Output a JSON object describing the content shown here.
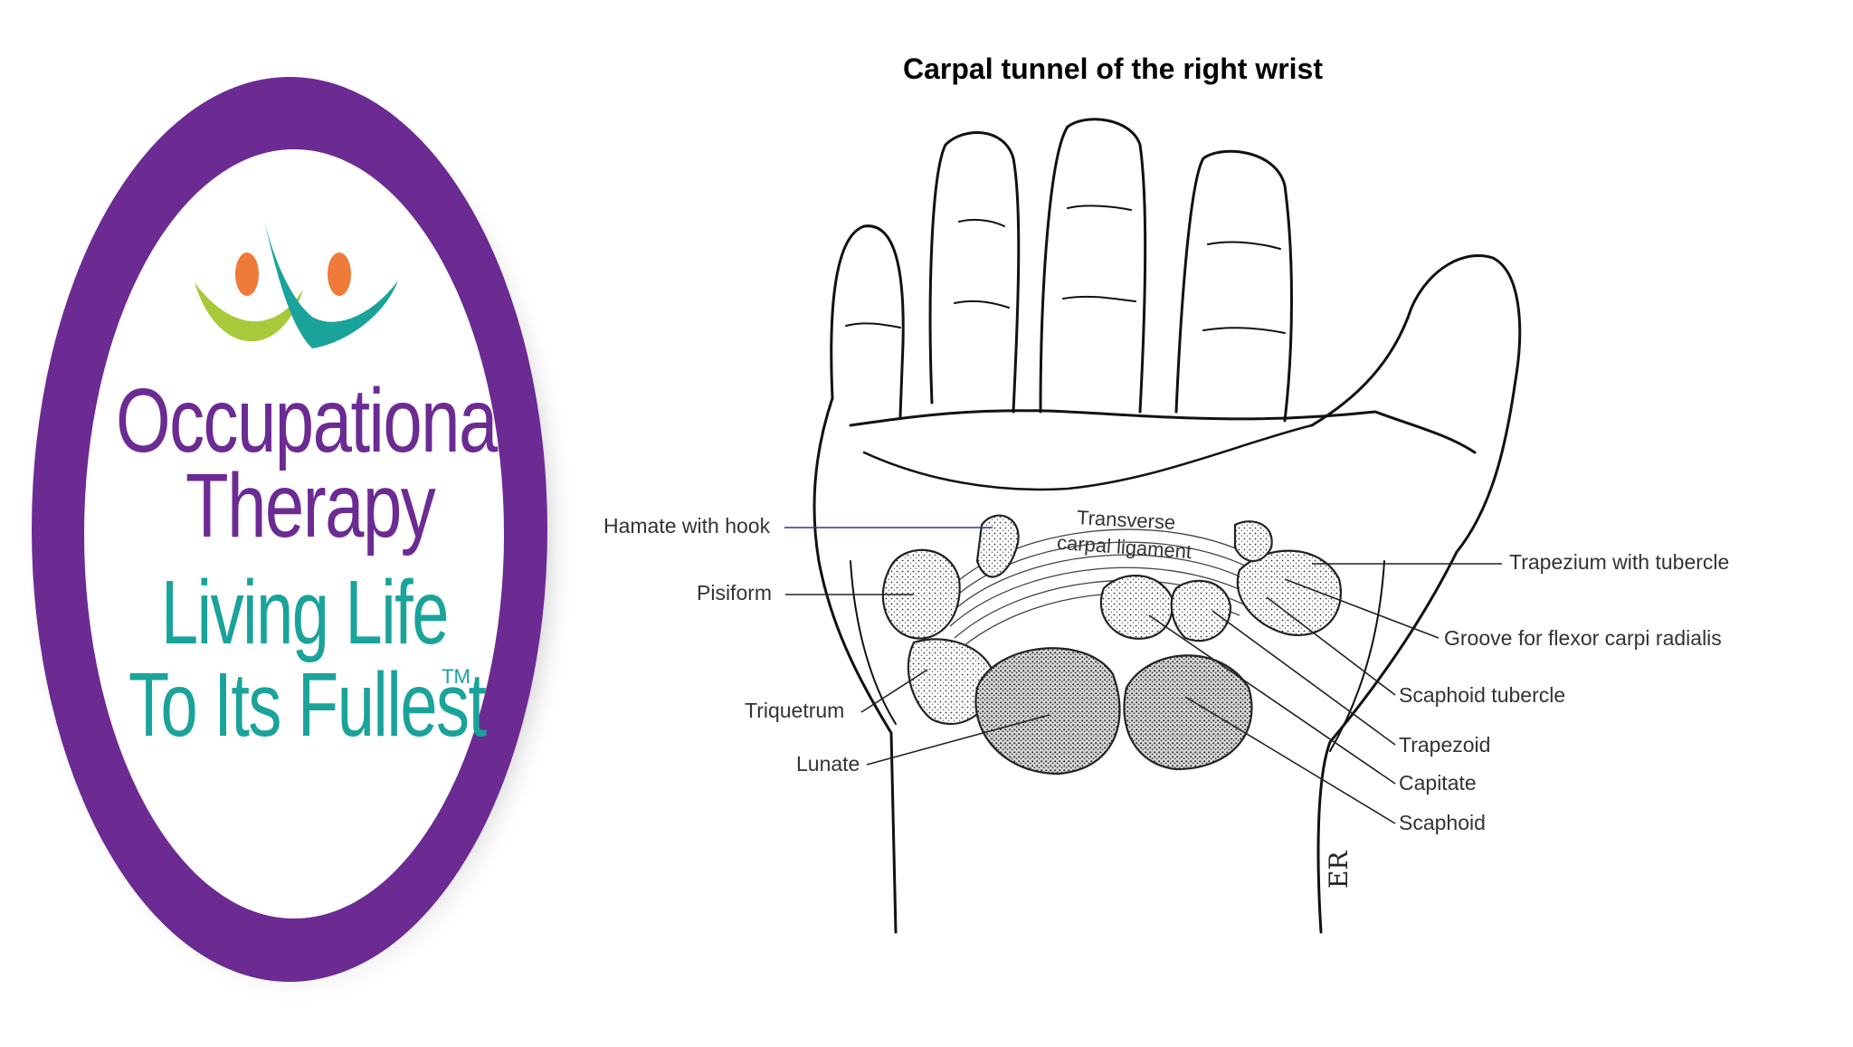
{
  "title": "Carpal tunnel of the right wrist",
  "logo": {
    "line1": "Occupational",
    "line2": "Therapy",
    "line3": "Living Life",
    "line4": "To Its Fullest",
    "trademark": "TM",
    "colors": {
      "ring": "#6b2b93",
      "purple_text": "#6b2b93",
      "teal_text": "#1aa39a",
      "lime": "#a8c93a",
      "orange": "#f07a3a"
    }
  },
  "diagram": {
    "ligament_label_line1": "Transverse",
    "ligament_label_line2": "carpal ligament",
    "signature": "ER",
    "labels_left": {
      "hamate": "Hamate with hook",
      "pisiform": "Pisiform",
      "triquetrum": "Triquetrum",
      "lunate": "Lunate"
    },
    "labels_right": {
      "trapezium": "Trapezium with tubercle",
      "groove": "Groove for flexor carpi radialis",
      "scaphoid_tubercle": "Scaphoid tubercle",
      "trapezoid": "Trapezoid",
      "capitate": "Capitate",
      "scaphoid": "Scaphoid"
    }
  }
}
